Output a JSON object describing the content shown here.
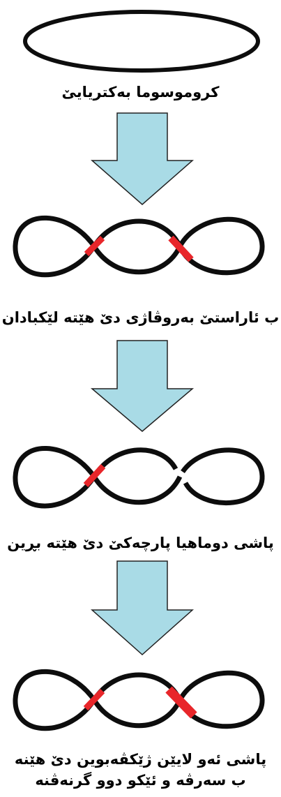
{
  "colors": {
    "chromosome": "#0d0d0d",
    "junction": "#e8262a",
    "arrow_fill": "#a9dbe6",
    "arrow_stroke": "#222222",
    "background": "#ffffff"
  },
  "steps": [
    {
      "caption": "کروموسوما بەکتریایێ"
    },
    {
      "caption": "ب ئاراستێ بەروڤاژی دێ هێتە لێکبادان"
    },
    {
      "caption": "پاشی دوماهیا پارچەکێ دێ هێتە بڕین"
    },
    {
      "caption_line1": "پاشی ئەو لایێن ژێکڤەبوین دێ هێنە",
      "caption_line2": "ب سەرڤە و ئێکو دوو گرنەڤنە"
    }
  ]
}
